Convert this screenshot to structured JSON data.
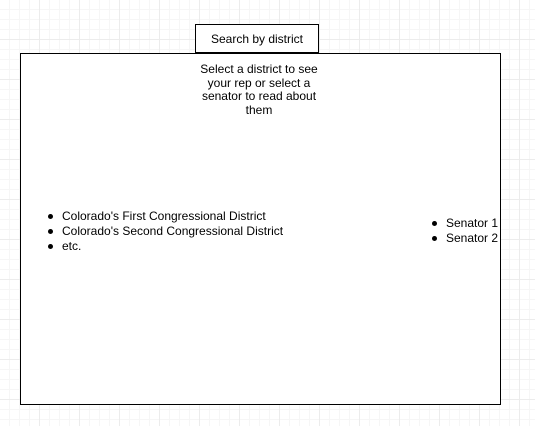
{
  "tab": {
    "label": "Search by district"
  },
  "panel": {
    "instructions": "Select a district to see your rep or select a senator to read about them",
    "districts": [
      "Colorado's First Congressional District",
      "Colorado's Second Congressional District",
      "etc."
    ],
    "senators": [
      "Senator 1",
      "Senator 2"
    ]
  }
}
